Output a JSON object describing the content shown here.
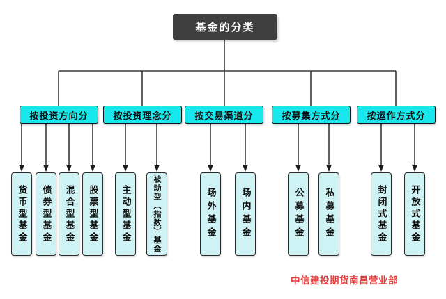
{
  "root": {
    "label": "基金的分类"
  },
  "categories": [
    {
      "label": "按投资方向分",
      "children": [
        {
          "label": "货币型基金"
        },
        {
          "label": "债券型基金"
        },
        {
          "label": "混合型基金"
        },
        {
          "label": "股票型基金"
        }
      ]
    },
    {
      "label": "按投资理念分",
      "children": [
        {
          "label": "主动型基金"
        },
        {
          "label": "被动型（指数）基金"
        }
      ]
    },
    {
      "label": "按交易渠道分",
      "children": [
        {
          "label": "场外基金"
        },
        {
          "label": "场内基金"
        }
      ]
    },
    {
      "label": "按募集方式分",
      "children": [
        {
          "label": "公募基金"
        },
        {
          "label": "私募基金"
        }
      ]
    },
    {
      "label": "按运作方式分",
      "children": [
        {
          "label": "封闭式基金"
        },
        {
          "label": "开放式基金"
        }
      ]
    }
  ],
  "footer": {
    "watermark": "中信建投期货南昌营业部"
  },
  "colors": {
    "root_bg": "#3f3f3f",
    "root_text": "#ffffff",
    "category_bg": "#18e8ee",
    "leaf_bg": "#cff3f5",
    "node_border": "#141414",
    "connector": "#3a3a3a",
    "watermark_red": "#e23d3d"
  }
}
